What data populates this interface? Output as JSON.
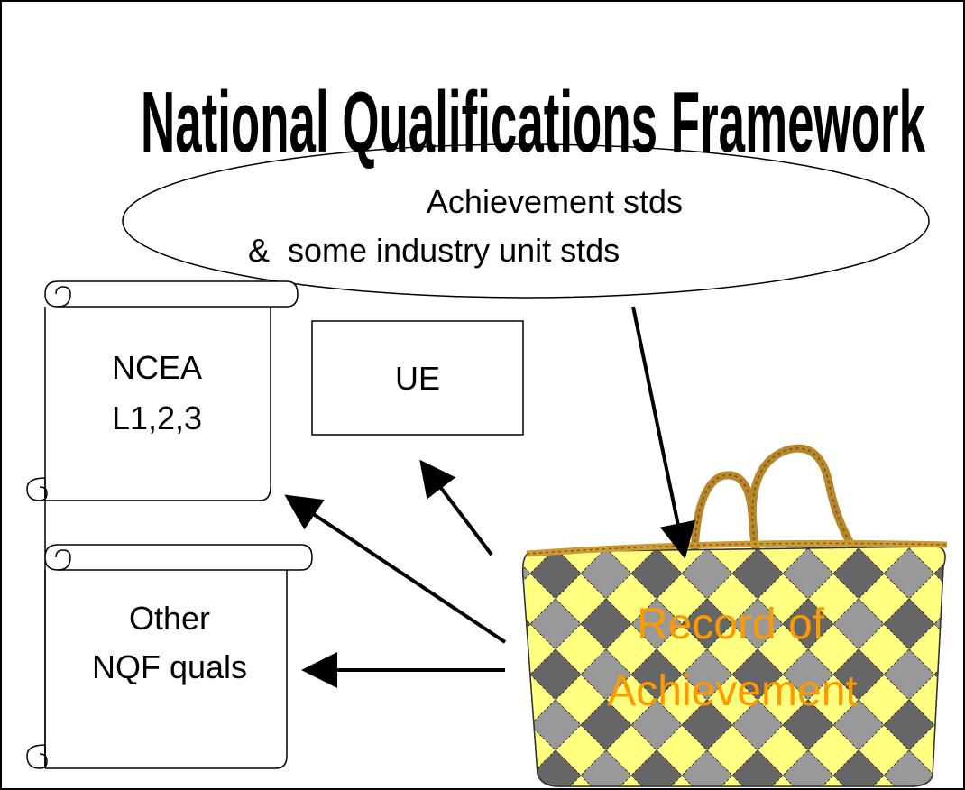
{
  "title": "National Qualifications Framework",
  "ellipse": {
    "line1": "Achievement stds",
    "line2": "&  some industry unit stds"
  },
  "scroll_ncea": {
    "line1": "NCEA",
    "line2": "L1,2,3"
  },
  "ue_box": {
    "label": "UE"
  },
  "scroll_other": {
    "line1": "Other",
    "line2": "NQF quals"
  },
  "bag": {
    "line1": "Record of",
    "line2": "Achievement",
    "colors": {
      "label": "#ff9900",
      "dark_tile": "#666666",
      "mid_tile": "#999999",
      "light_tile": "#ffff80",
      "rim": "#cc9933"
    }
  }
}
